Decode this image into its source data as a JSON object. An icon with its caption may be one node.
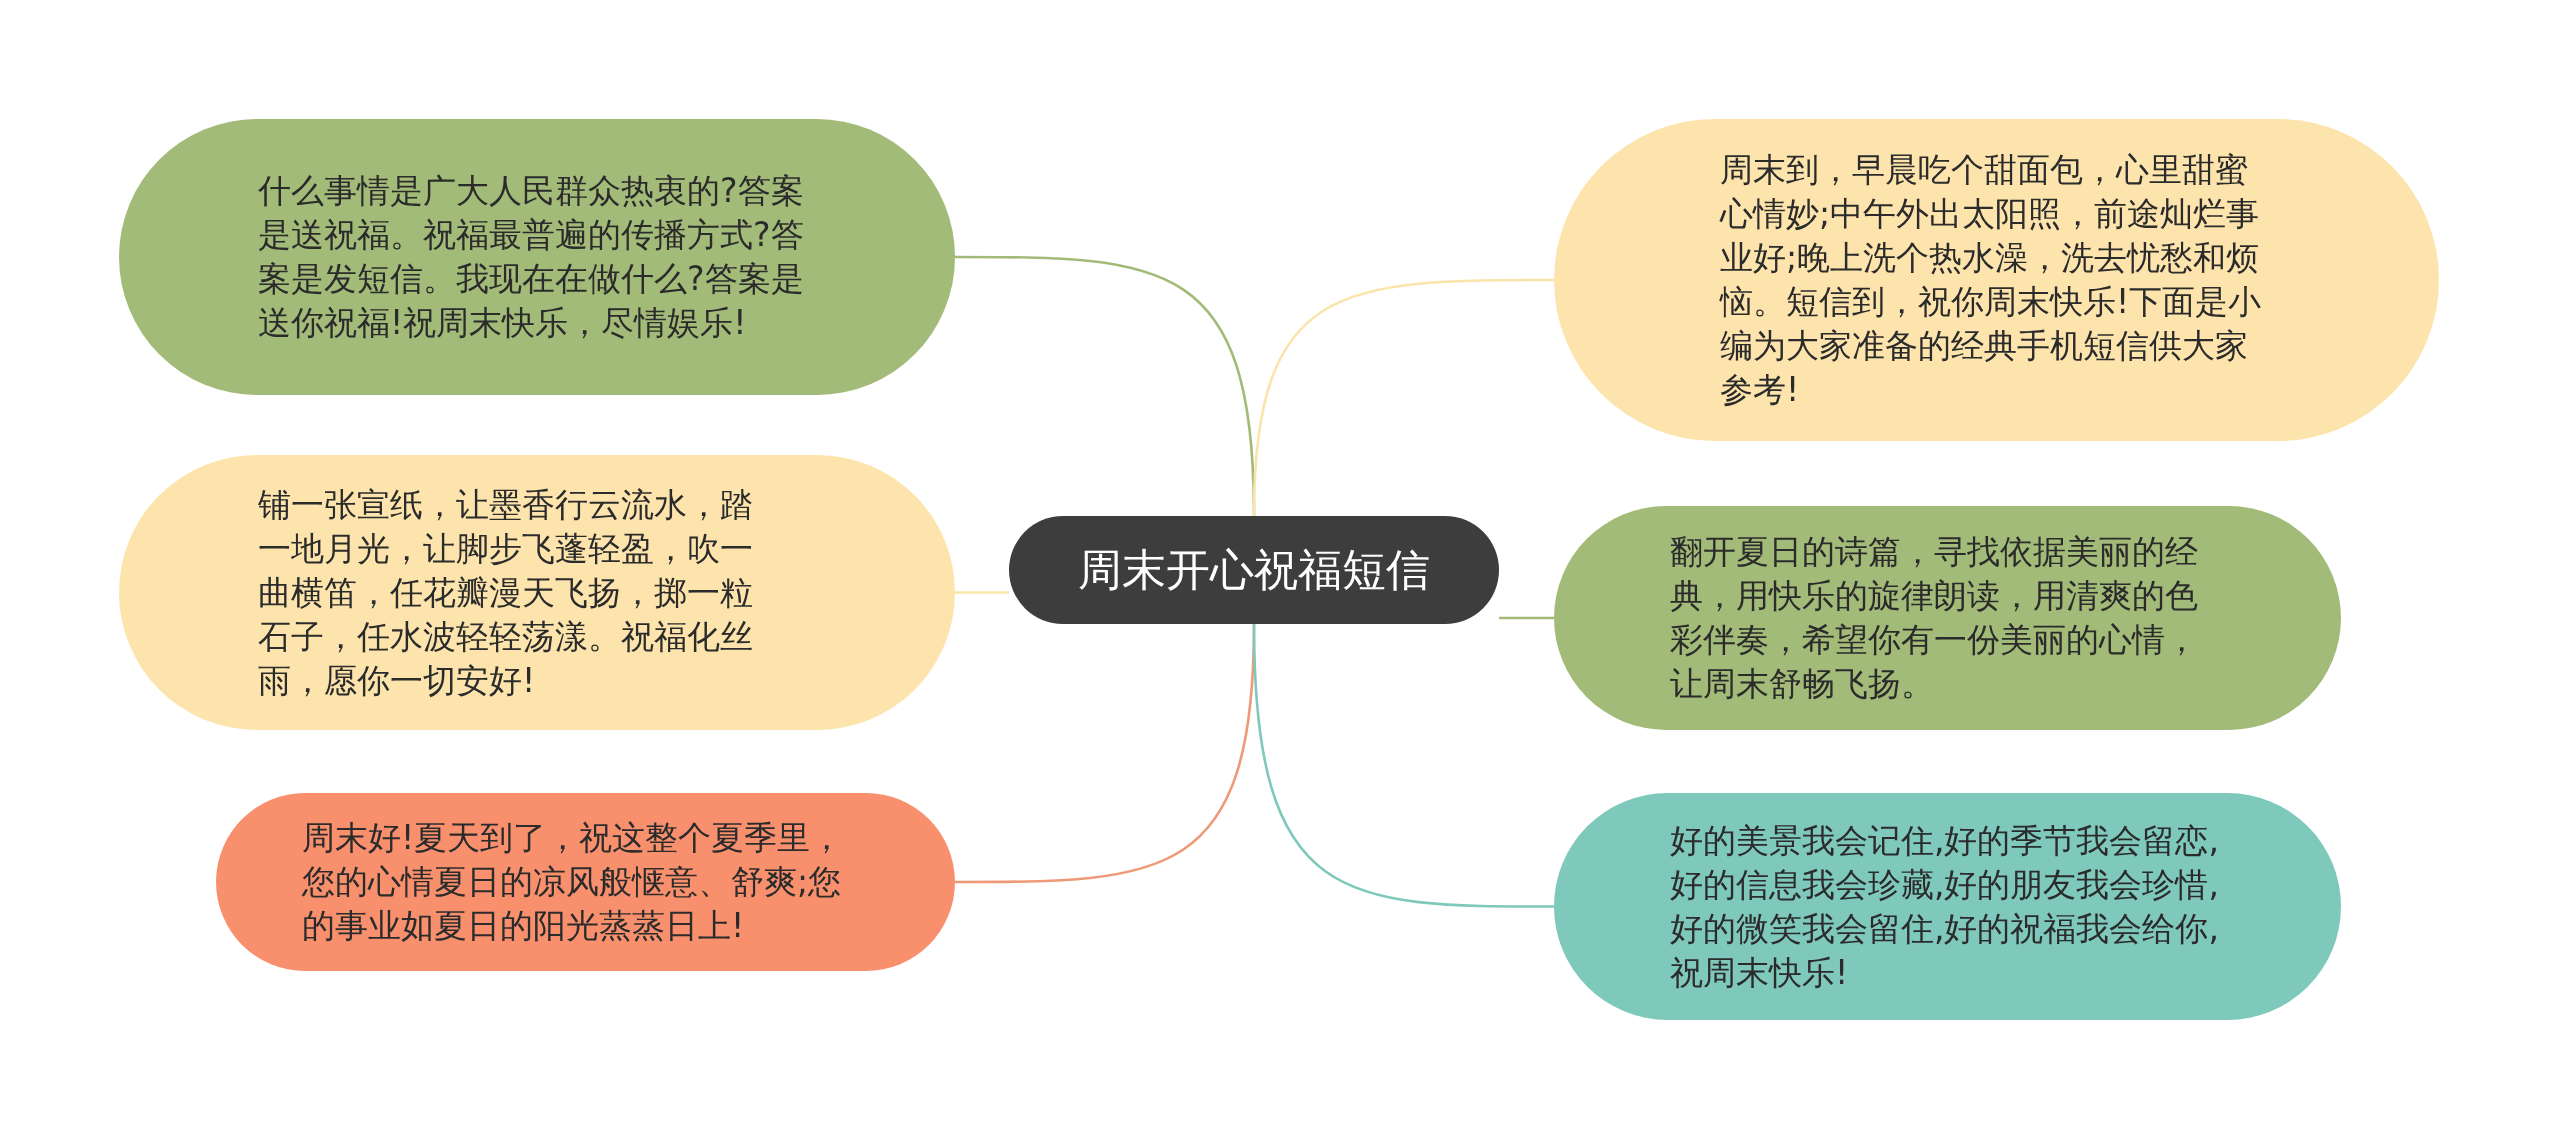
{
  "diagram": {
    "nodes": [
      {
        "text": [
          "周末开心祝福短信"
        ]
      },
      {
        "text": [
          "什么事情是广大人民群众热衷的?答案是送祝福。祝福最普遍的传播方式?答案是发短信。我现在在做什么?答案是送你祝福!祝周末快乐，尽情娱乐!"
        ]
      },
      {
        "text": [
          "铺一张宣纸，让墨香行云流水，踏一地月光，让脚步飞蓬轻盈，吹一曲横笛，任花瓣漫天飞扬，掷一粒石子，任水波轻轻荡漾。祝福化丝雨，愿你一切安好!"
        ]
      },
      {
        "text": [
          "周末好!夏天到了，祝这整个夏季里，您的心情夏日的凉风般惬意、舒爽;您的事业如夏日的阳光蒸蒸日上!"
        ]
      },
      {
        "text": [
          "周末到，早晨吃个甜面包，心里甜蜜心情妙;中午外出太阳照，前途灿烂事业好;晚上洗个热水澡，洗去忧愁和烦恼。短信到，祝你周末快乐!下面是小编为大家准备的经典手机短信供大家参考!"
        ]
      },
      {
        "text": [
          "翻开夏日的诗篇，寻找依据美丽的经典，用快乐的旋律朗读，用清爽的色彩伴奏，希望你有一份美丽的心情，让周末舒畅飞扬。"
        ]
      },
      {
        "text": [
          "好的美景我会记住,好的季节我会留恋,好的信息我会珍藏,好的朋友我会珍惜,好的微笑我会留住,好的祝福我会给你,祝周末快乐!"
        ]
      }
    ],
    "edges": [
      {
        "from": 0,
        "to": 1,
        "arrow": "none",
        "color": "#a3bb78"
      },
      {
        "from": 0,
        "to": 2,
        "arrow": "none",
        "color": "#fbe3ac"
      },
      {
        "from": 0,
        "to": 3,
        "arrow": "none",
        "color": "#ee9a78"
      },
      {
        "from": 0,
        "to": 4,
        "arrow": "none",
        "color": "#fbe3ac"
      },
      {
        "from": 0,
        "to": 5,
        "arrow": "none",
        "color": "#a3bb78"
      },
      {
        "from": 0,
        "to": 6,
        "arrow": "none",
        "color": "#7fc8bc"
      }
    ]
  }
}
